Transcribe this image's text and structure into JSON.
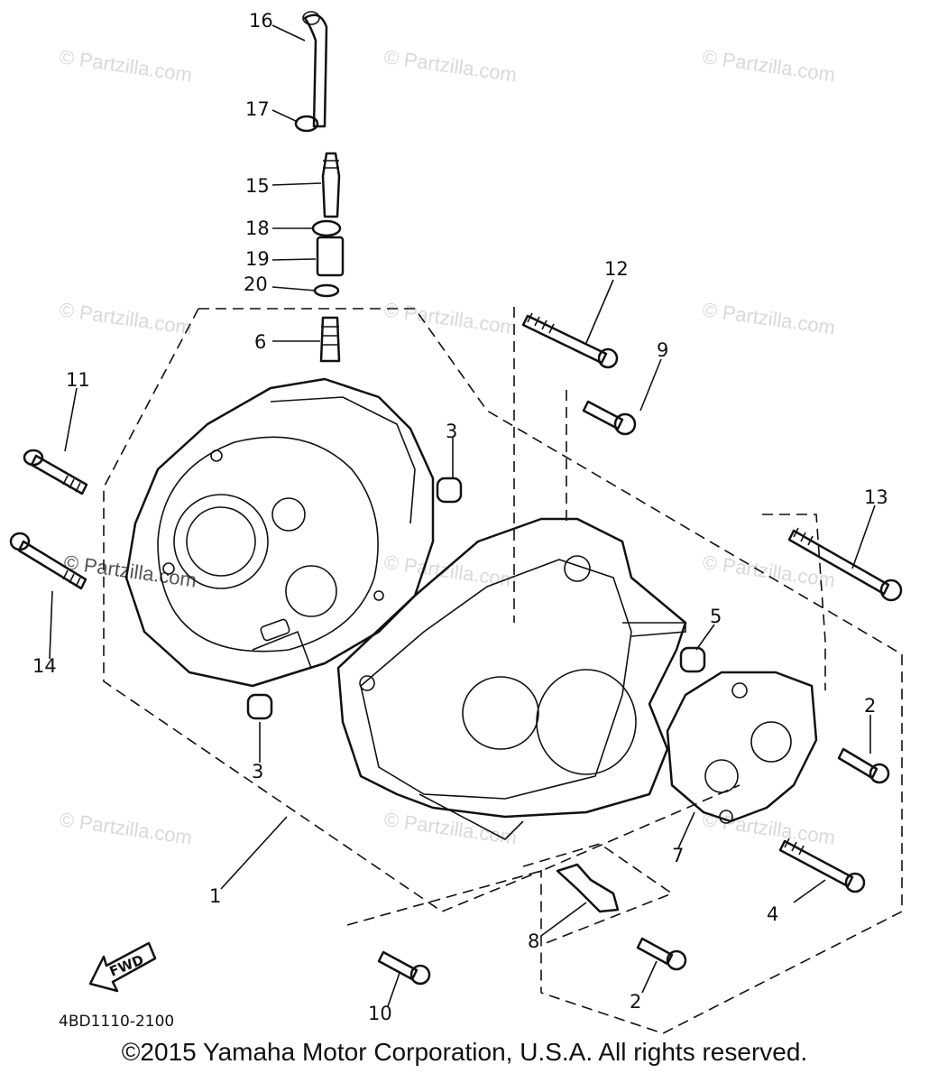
{
  "watermark": "© Partzilla.com",
  "drawing_code": "4BD1110-2100",
  "fwd_label": "FWD",
  "copyright": "©2015 Yamaha Motor Corporation, U.S.A. All rights reserved.",
  "callouts": {
    "c16": "16",
    "c17": "17",
    "c15": "15",
    "c18": "18",
    "c19": "19",
    "c20": "20",
    "c6": "6",
    "c11": "11",
    "c14": "14",
    "c3a": "3",
    "c3b": "3",
    "c12": "12",
    "c9": "9",
    "c13": "13",
    "c5": "5",
    "c2a": "2",
    "c2b": "2",
    "c7": "7",
    "c4": "4",
    "c1": "1",
    "c8": "8",
    "c10": "10"
  }
}
